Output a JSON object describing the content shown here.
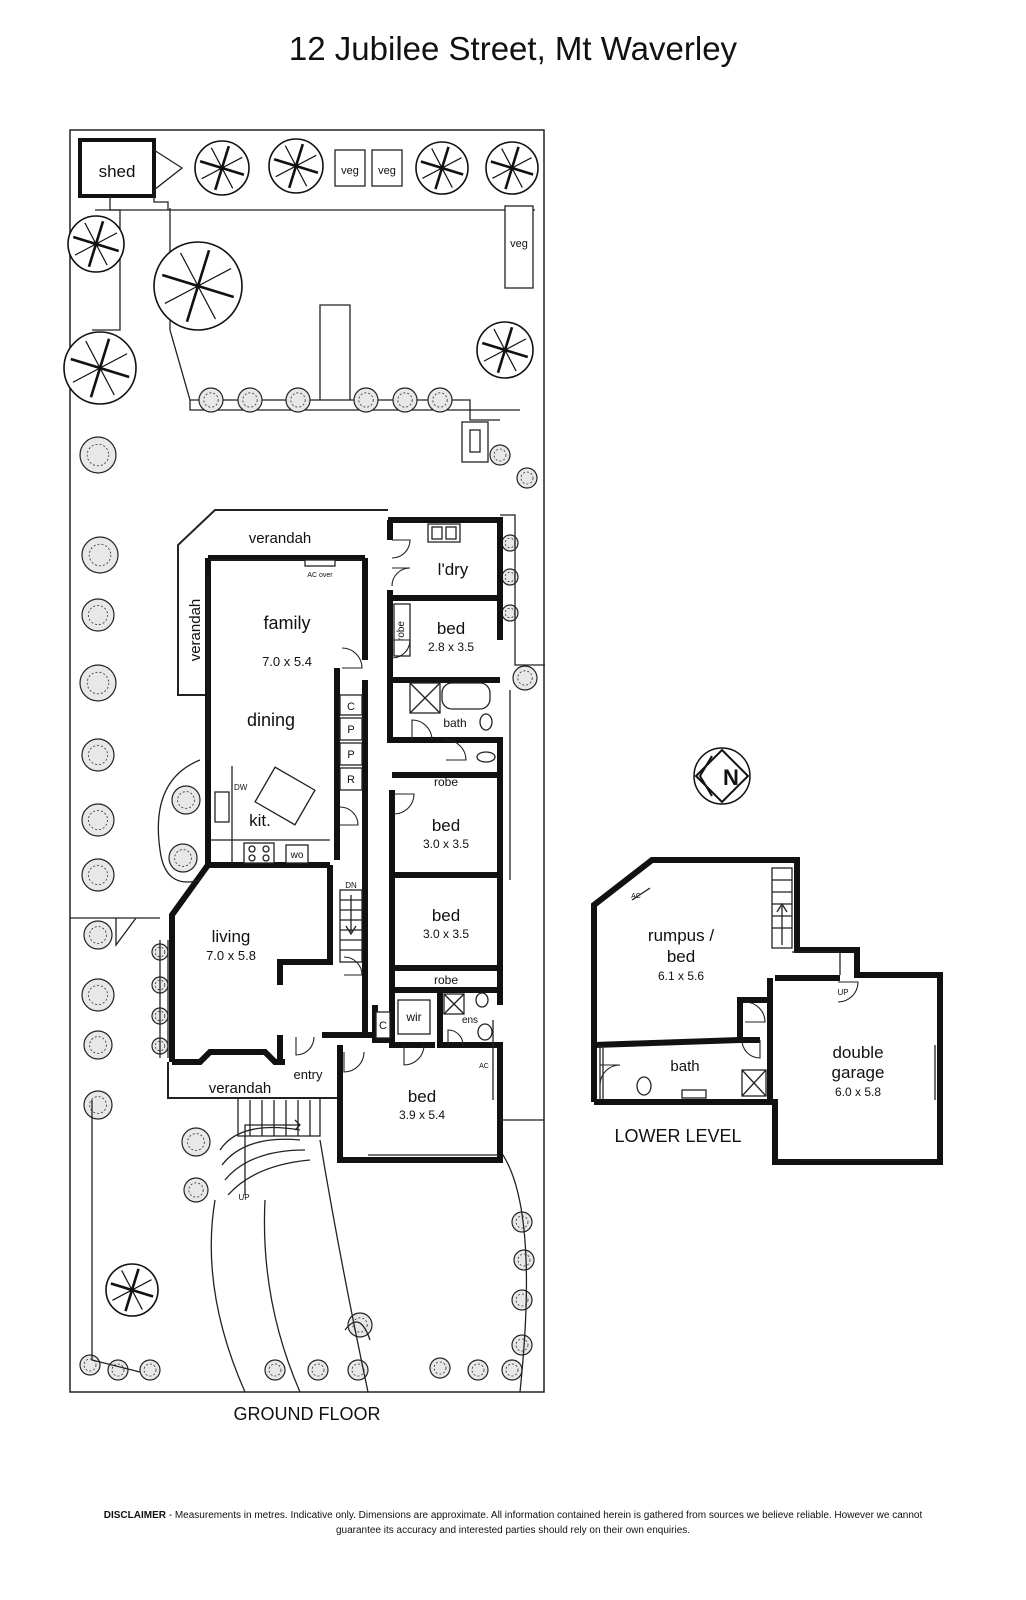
{
  "title": "12 Jubilee Street, Mt Waverley",
  "levels": {
    "ground": "GROUND FLOOR",
    "lower": "LOWER LEVEL"
  },
  "rooms": {
    "shed": "shed",
    "veg1": "veg",
    "veg2": "veg",
    "veg3": "veg",
    "verandah_top": "verandah",
    "verandah_side": "verandah",
    "verandah_front": "verandah",
    "family": "family",
    "family_dim": "7.0 x 5.4",
    "dining": "dining",
    "kitchen": "kit.",
    "living": "living",
    "living_dim": "7.0 x 5.8",
    "laundry": "l'dry",
    "bed1": "bed",
    "bed1_dim": "2.8 x 3.5",
    "bath_ground": "bath",
    "robe1": "robe",
    "robe2": "robe",
    "robe_small": "robe",
    "bed2": "bed",
    "bed2_dim": "3.0 x 3.5",
    "bed3": "bed",
    "bed3_dim": "3.0 x 3.5",
    "wir": "wir",
    "ens": "ens",
    "master": "bed",
    "master_dim": "3.9 x 5.4",
    "entry": "entry",
    "rumpus": "rumpus /",
    "rumpus2": "bed",
    "rumpus_dim": "6.1 x 5.6",
    "bath_lower": "bath",
    "garage1": "double",
    "garage2": "garage",
    "garage_dim": "6.0 x 5.8"
  },
  "fixtures": {
    "ac_over": "AC over",
    "ac1": "AC",
    "ac2": "AC",
    "dw": "DW",
    "wo": "wo",
    "c1": "C",
    "p1": "P",
    "p2": "P",
    "r": "R",
    "c2": "C",
    "dn": "DN",
    "up1": "UP",
    "up2": "UP"
  },
  "compass": "N",
  "disclaimer_label": "DISCLAIMER",
  "disclaimer_text": " - Measurements in metres. Indicative only. Dimensions are approximate. All information contained herein is gathered from sources we believe reliable. However we cannot guarantee its accuracy and interested parties should rely on their own enquiries."
}
